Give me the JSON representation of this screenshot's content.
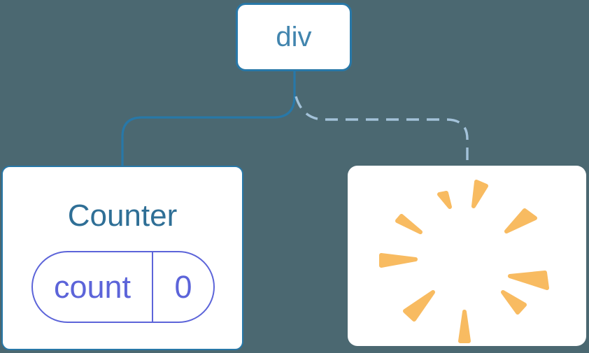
{
  "diagram": {
    "description": "component tree",
    "root": {
      "label": "div"
    },
    "children": [
      {
        "name": "counter",
        "title": "Counter",
        "state": {
          "key": "count",
          "value": "0"
        },
        "connector": "solid"
      },
      {
        "name": "removed-component",
        "icon": "poof-icon",
        "connector": "dashed"
      }
    ]
  },
  "colors": {
    "background": "#4B6871",
    "card_bg": "#FFFFFF",
    "node_border": "#2878A8",
    "node_text": "#4285AE",
    "title_text": "#2F6F96",
    "state_accent": "#5C64D9",
    "connector_solid": "#2878A8",
    "connector_dashed": "#A3C2D9",
    "poof": "#F8BB61"
  }
}
